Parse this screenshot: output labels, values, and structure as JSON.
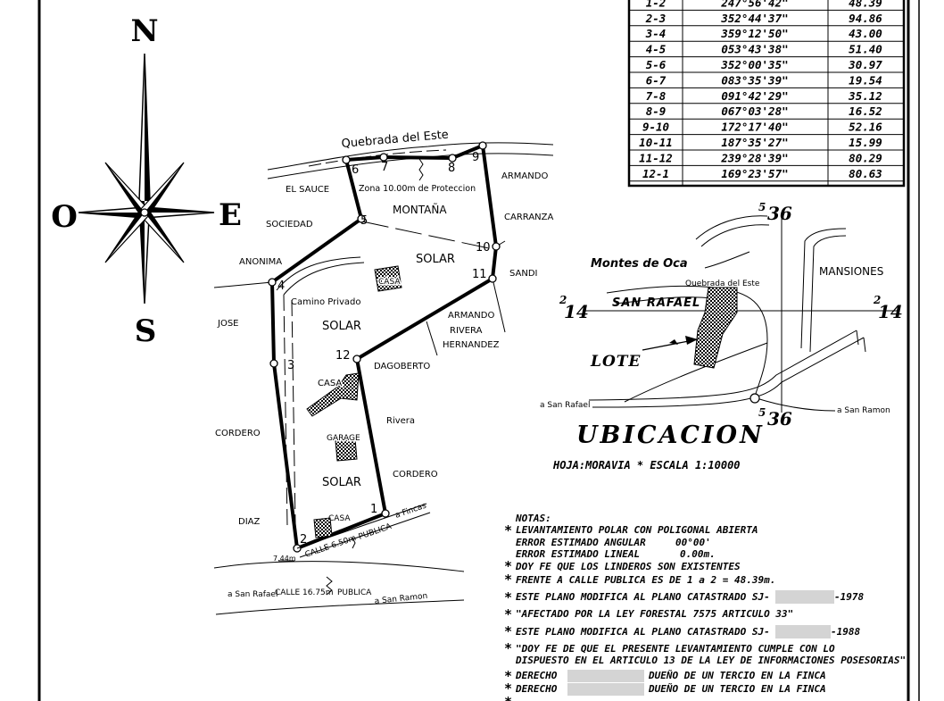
{
  "compass": {
    "north": "N",
    "south": "S",
    "east": "E",
    "west": "O"
  },
  "survey_table": [
    {
      "line": "1-2",
      "bearing": "247°56'42\"",
      "distance": "48.39"
    },
    {
      "line": "2-3",
      "bearing": "352°44'37\"",
      "distance": "94.86"
    },
    {
      "line": "3-4",
      "bearing": "359°12'50\"",
      "distance": "43.00"
    },
    {
      "line": "4-5",
      "bearing": "053°43'38\"",
      "distance": "51.40"
    },
    {
      "line": "5-6",
      "bearing": "352°00'35\"",
      "distance": "30.97"
    },
    {
      "line": "6-7",
      "bearing": "083°35'39\"",
      "distance": "19.54"
    },
    {
      "line": "7-8",
      "bearing": "091°42'29\"",
      "distance": "35.12"
    },
    {
      "line": "8-9",
      "bearing": "067°03'28\"",
      "distance": "16.52"
    },
    {
      "line": "9-10",
      "bearing": "172°17'40\"",
      "distance": "52.16"
    },
    {
      "line": "10-11",
      "bearing": "187°35'27\"",
      "distance": "15.99"
    },
    {
      "line": "11-12",
      "bearing": "239°28'39\"",
      "distance": "80.29"
    },
    {
      "line": "12-1",
      "bearing": "169°23'57\"",
      "distance": "80.63"
    }
  ],
  "plan": {
    "quebrada": "Quebrada del Este",
    "zona": "Zona 10.00m de Proteccion",
    "montana": "MONTAÑA",
    "solar": "SOLAR",
    "casa": "CASA",
    "garage": "GARAGE",
    "camino": "Camino Privado",
    "calle_650": "CALLE 6.50m",
    "publica": "PUBLICA",
    "a_fincas": "a Fincas",
    "dim_744": "7.44m",
    "a_san_rafael": "a San Rafael",
    "calle_1675": "CALLE 16.75m",
    "a_san_ramon": "a San Ramon",
    "neighbors": {
      "el_sauce": "EL SAUCE",
      "sociedad": "SOCIEDAD",
      "anonima": "ANONIMA",
      "jose": "JOSE",
      "cordero": "CORDERO",
      "diaz": "DIAZ",
      "armando": "ARMANDO",
      "carranza": "CARRANZA",
      "sandi": "SANDI",
      "armando_rivera_1": "ARMANDO",
      "armando_rivera_2": "RIVERA",
      "armando_rivera_3": "HERNANDEZ",
      "dagoberto": "DAGOBERTO",
      "rivera": "Rivera",
      "cordero_right": "CORDERO"
    },
    "vertices": [
      "1",
      "2",
      "3",
      "4",
      "5",
      "6",
      "7",
      "8",
      "9",
      "10",
      "11",
      "12"
    ]
  },
  "location": {
    "montes": "Montes de Oca",
    "quebrada": "Quebrada del Este",
    "mansiones": "MANSIONES",
    "san_rafael": "SAN RAFAEL",
    "lote": "LOTE",
    "a_san_rafael": "a San Rafael",
    "a_san_ramon": "a San Ramon",
    "grid_5": "5",
    "grid_36": "36",
    "grid_2": "2",
    "grid_14": "14",
    "title": "UBICACION",
    "subtitle": "HOJA:MORAVIA * ESCALA 1:10000"
  },
  "notes": {
    "header": "NOTAS:",
    "n1": "LEVANTAMIENTO POLAR CON POLIGONAL ABIERTA",
    "n1a": "ERROR ESTIMADO ANGULAR",
    "n1a_val": "00°00'",
    "n1b": "ERROR ESTIMADO LINEAL",
    "n1b_val": "0.00m.",
    "n2": "DOY FE QUE LOS LINDEROS SON EXISTENTES",
    "n3": "FRENTE A CALLE PUBLICA ES DE 1 a 2 = 48.39m.",
    "n4a": "ESTE PLANO MODIFICA AL PLANO CATASTRADO SJ-",
    "n4b": "-1978",
    "n5": "\"AFECTADO POR LA LEY FORESTAL 7575 ARTICULO 33\"",
    "n6a": "ESTE PLANO MODIFICA AL PLANO CATASTRADO SJ-",
    "n6b": "-1988",
    "n7": "\"DOY FE DE QUE EL PRESENTE LEVANTAMIENTO CUMPLE CON LO",
    "n7b": "DISPUESTO EN EL ARTICULO 13 DE LA LEY DE INFORMACIONES POSESORIAS\"",
    "n8a": "DERECHO",
    "n8b": "DUEÑO DE UN TERCIO EN LA FINCA",
    "n9a": "DERECHO",
    "n9b": "DUEÑO DE UN TERCIO EN LA FINCA"
  }
}
